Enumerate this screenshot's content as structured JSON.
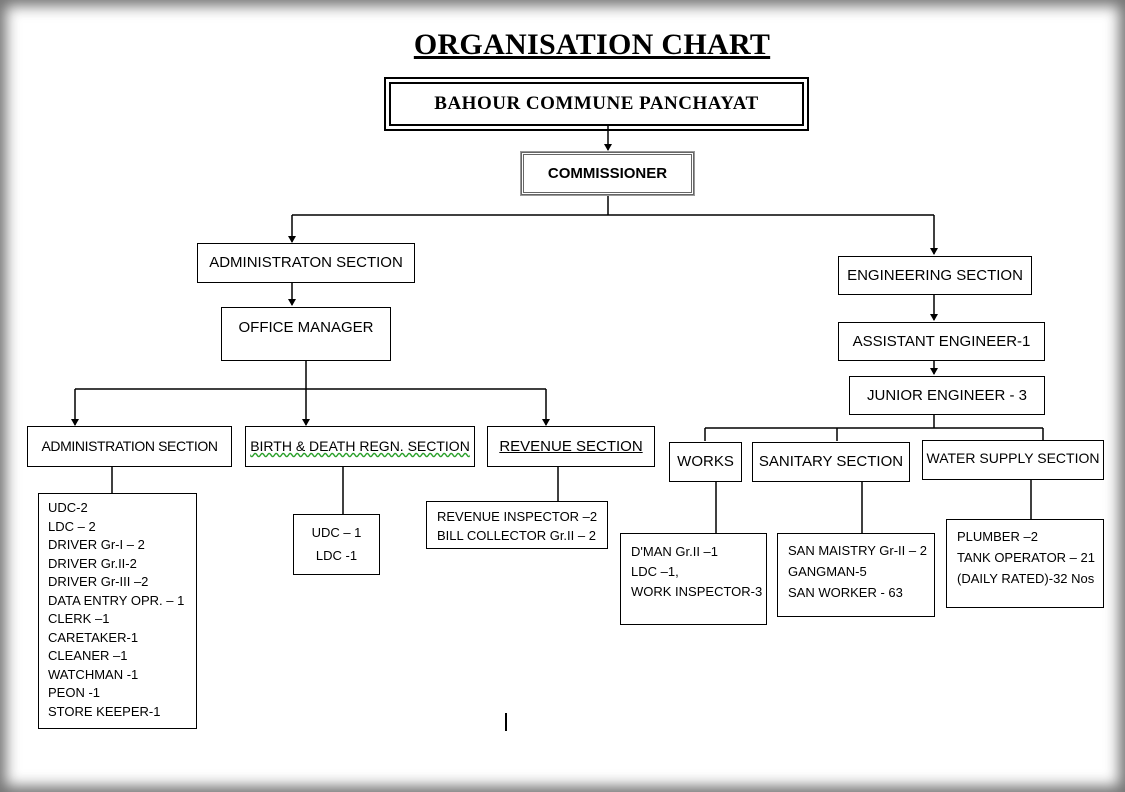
{
  "title": "ORGANISATION CHART",
  "root": "BAHOUR COMMUNE PANCHAYAT",
  "commissioner": "COMMISSIONER",
  "admin": {
    "section": "ADMINISTRATON SECTION",
    "office_manager": "OFFICE MANAGER",
    "administration_section": {
      "label": "ADMINISTRATION SECTION",
      "staff": [
        "UDC-2",
        "LDC – 2",
        "DRIVER Gr-I – 2",
        "DRIVER Gr.II-2",
        "DRIVER  Gr-III –2",
        "DATA ENTRY OPR. – 1",
        "CLERK –1",
        "CARETAKER-1",
        "CLEANER –1",
        "WATCHMAN -1",
        "PEON -1",
        "STORE KEEPER-1"
      ]
    },
    "birth_death": {
      "label": "BIRTH & DEATH REGN. SECTION",
      "staff": [
        "UDC – 1",
        "LDC -1"
      ]
    },
    "revenue": {
      "label": "REVENUE  SECTION",
      "staff": [
        "REVENUE INSPECTOR –2",
        "BILL COLLECTOR Gr.II – 2"
      ]
    }
  },
  "engineering": {
    "section": "ENGINEERING SECTION",
    "assistant_engineer": "ASSISTANT ENGINEER-1",
    "junior_engineer": "JUNIOR ENGINEER - 3",
    "works": {
      "label": "WORKS",
      "staff": [
        "D'MAN  Gr.II –1",
        "LDC  –1,",
        "WORK INSPECTOR-3"
      ]
    },
    "sanitary": {
      "label": "SANITARY SECTION",
      "staff": [
        "SAN MAISTRY Gr-II – 2",
        "GANGMAN-5",
        "SAN WORKER - 63"
      ]
    },
    "water_supply": {
      "label": "WATER SUPPLY SECTION",
      "staff": [
        "PLUMBER –2",
        "TANK OPERATOR – 21",
        "(DAILY RATED)-32 Nos"
      ]
    }
  }
}
